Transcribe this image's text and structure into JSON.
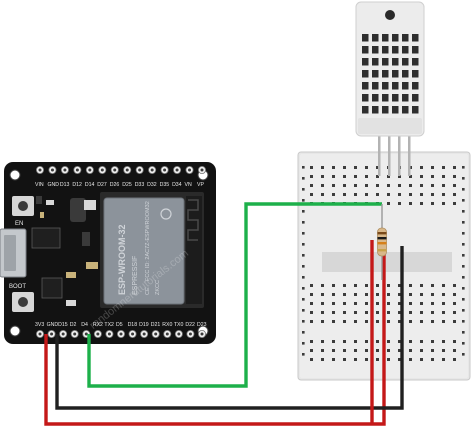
{
  "board": {
    "top_pins": [
      "VIN",
      "GND",
      "D13",
      "D12",
      "D14",
      "D27",
      "D26",
      "D25",
      "D33",
      "D32",
      "D35",
      "D34",
      "VN",
      "VP"
    ],
    "bottom_pins": [
      "3V3",
      "GND",
      "D15",
      "D2",
      "D4",
      "RX2",
      "TX2",
      "D5",
      "D18",
      "D19",
      "D21",
      "RX0",
      "TX0",
      "D22",
      "D23"
    ],
    "en_label": "EN",
    "boot_label": "BOOT",
    "module_brand": "ESP-WROOM-32",
    "module_maker": "ESPRESSIF",
    "module_codes": [
      "CE",
      "FCC ID: 2AC7Z-ESPWROOM32",
      "ZKCC"
    ]
  },
  "watermark": "randomnerdtutorials.com",
  "colors": {
    "board": "#121212",
    "module_shield": "#8c939b",
    "wire_red": "#c41818",
    "wire_black": "#202020",
    "wire_green": "#1db04a",
    "breadboard": "#e7e7e7",
    "sensor": "#ececec"
  }
}
